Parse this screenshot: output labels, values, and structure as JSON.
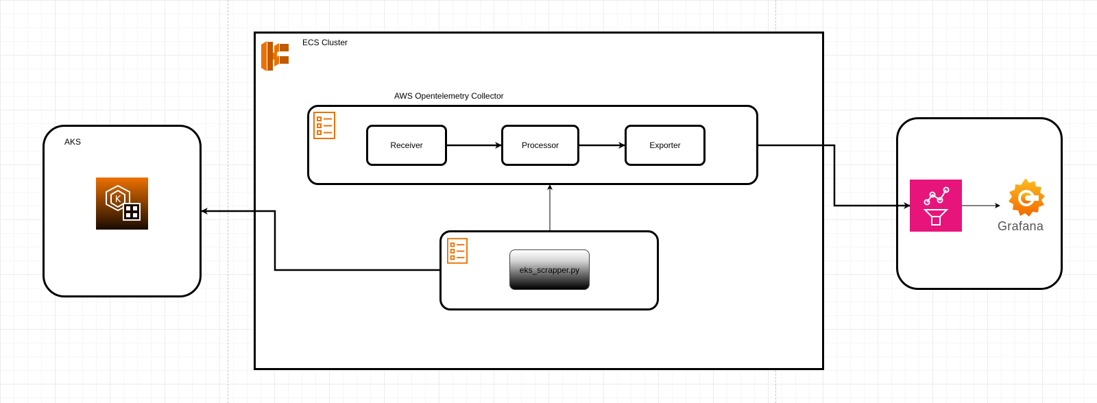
{
  "diagram": {
    "ecs_cluster": {
      "label": "ECS Cluster",
      "icon": "ecs-cluster-icon",
      "color": "#ED7100"
    },
    "collector": {
      "label": "AWS Opentelemetry Collector",
      "icon": "task-list-icon"
    },
    "receiver": {
      "label": "Receiver"
    },
    "processor": {
      "label": "Processor"
    },
    "exporter": {
      "label": "Exporter"
    },
    "scraper_task": {
      "icon": "task-list-icon"
    },
    "scraper": {
      "label": "eks_scrapper.py"
    },
    "aks": {
      "label": "AKS",
      "icon": "kubernetes-service-icon",
      "color_top": "#ED7100",
      "color_bottom": "#1a0b00"
    },
    "observability": {
      "prometheus_icon": "prometheus-icon",
      "prometheus_color": "#E7157B",
      "grafana_icon": "grafana-logo-icon",
      "grafana_label": "Grafana",
      "grafana_color": "#F46800"
    }
  }
}
